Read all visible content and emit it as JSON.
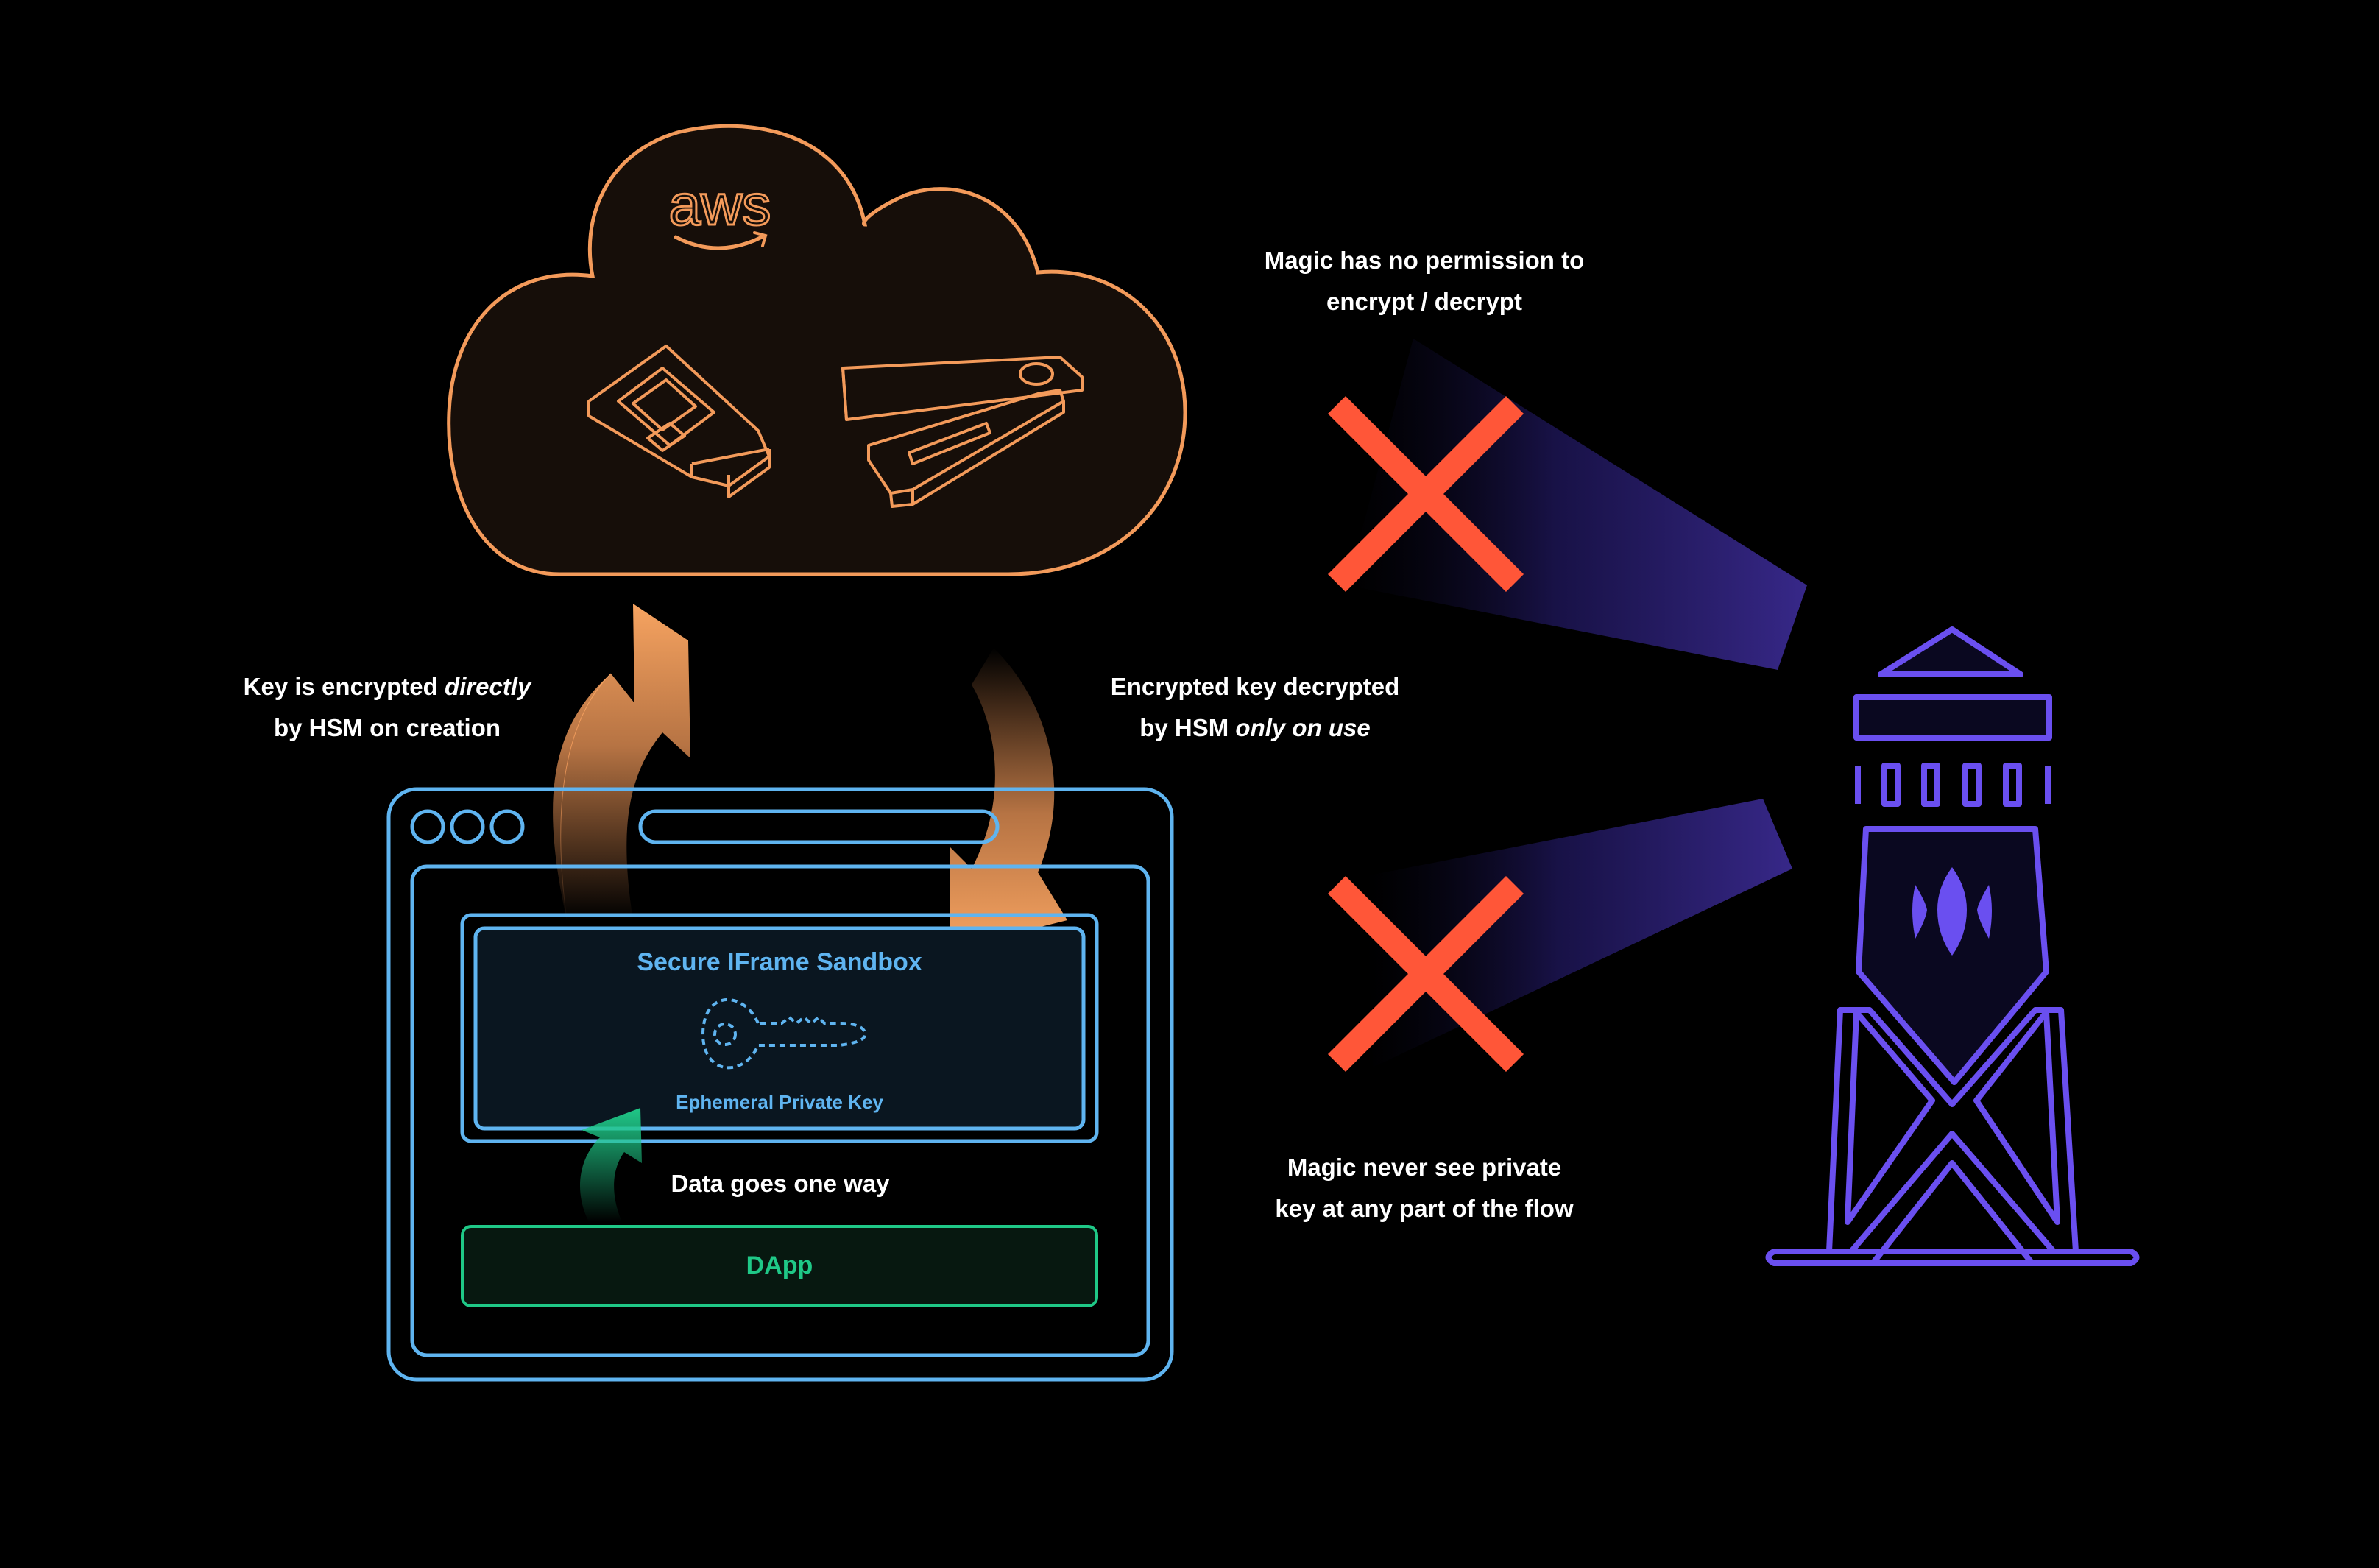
{
  "cloud": {
    "provider_logo": "aws",
    "logo_icon": "aws-logo-icon",
    "device_icons": [
      "hsm-device-icon",
      "hsm-usb-key-icon"
    ],
    "color": "#f39a5a"
  },
  "labels": {
    "encrypt_line1_pre": "Key is encrypted ",
    "encrypt_line1_em": "directly",
    "encrypt_line2": "by HSM on creation",
    "decrypt_line1": "Encrypted key decrypted",
    "decrypt_line2_pre": "by HSM ",
    "decrypt_line2_em": "only on use",
    "no_permission_line1": "Magic has no permission to",
    "no_permission_line2": "encrypt / decrypt",
    "never_see_line1": "Magic never see private",
    "never_see_line2": "key at any part of the flow"
  },
  "browser": {
    "sandbox_title": "Secure IFrame Sandbox",
    "key_label": "Ephemeral Private Key",
    "key_icon": "key-icon",
    "data_flow_label": "Data goes one way",
    "dapp_label": "DApp",
    "color": "#5fb4f0"
  },
  "tower": {
    "icon": "lighthouse-tower-icon",
    "logo_icon": "magic-logo-icon",
    "color": "#6a4ff0"
  },
  "colors": {
    "background": "#000000",
    "orange": "#f39a5a",
    "blue": "#5fb4f0",
    "green": "#1fc887",
    "cross_red": "#ff5638",
    "purple": "#6a4ff0"
  }
}
